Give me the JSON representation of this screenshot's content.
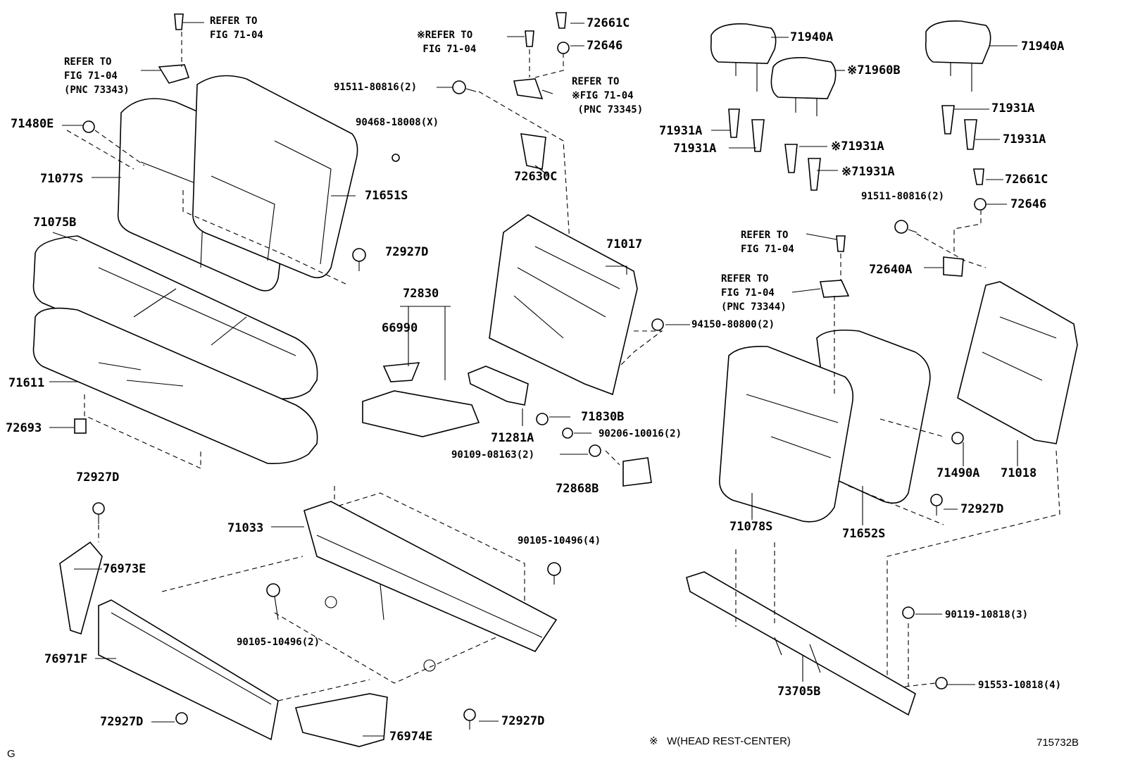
{
  "parts": [
    {
      "id": "p71480E",
      "text": "71480E"
    },
    {
      "id": "p71077S",
      "text": "71077S"
    },
    {
      "id": "p71075B",
      "text": "71075B"
    },
    {
      "id": "p71611",
      "text": "71611"
    },
    {
      "id": "p72693",
      "text": "72693"
    },
    {
      "id": "p72927D_a",
      "text": "72927D"
    },
    {
      "id": "p76973E",
      "text": "76973E"
    },
    {
      "id": "p76971F",
      "text": "76971F"
    },
    {
      "id": "p72927D_b",
      "text": "72927D"
    },
    {
      "id": "p76974E",
      "text": "76974E"
    },
    {
      "id": "p72927D_c",
      "text": "72927D"
    },
    {
      "id": "p90105_a",
      "text": "90105-10496(2)"
    },
    {
      "id": "p71033",
      "text": "71033"
    },
    {
      "id": "p90105_b",
      "text": "90105-10496(4)"
    },
    {
      "id": "p72927D_d",
      "text": "72927D"
    },
    {
      "id": "p71651S",
      "text": "71651S"
    },
    {
      "id": "p90468",
      "text": "90468-18008(X)"
    },
    {
      "id": "p91511_a",
      "text": "91511-80816(2)"
    },
    {
      "id": "p72661C_a",
      "text": "72661C"
    },
    {
      "id": "p72646_a",
      "text": "72646"
    },
    {
      "id": "p72630C",
      "text": "72630C"
    },
    {
      "id": "p71017",
      "text": "71017"
    },
    {
      "id": "p72830",
      "text": "72830"
    },
    {
      "id": "p66990",
      "text": "66990"
    },
    {
      "id": "p94150",
      "text": "94150-80800(2)"
    },
    {
      "id": "p71830B",
      "text": "71830B"
    },
    {
      "id": "p71281A",
      "text": "71281A"
    },
    {
      "id": "p90206",
      "text": "90206-10016(2)"
    },
    {
      "id": "p90109",
      "text": "90109-08163(2)"
    },
    {
      "id": "p72868B",
      "text": "72868B"
    },
    {
      "id": "p71940A_a",
      "text": "71940A"
    },
    {
      "id": "p71960B",
      "text": "※71960B"
    },
    {
      "id": "p71940A_b",
      "text": "71940A"
    },
    {
      "id": "p71931A_a",
      "text": "71931A"
    },
    {
      "id": "p71931A_b",
      "text": "71931A"
    },
    {
      "id": "p71931A_c",
      "text": "※71931A"
    },
    {
      "id": "p71931A_d",
      "text": "※71931A"
    },
    {
      "id": "p71931A_e",
      "text": "71931A"
    },
    {
      "id": "p71931A_f",
      "text": "71931A"
    },
    {
      "id": "p72661C_b",
      "text": "72661C"
    },
    {
      "id": "p91511_b",
      "text": "91511-80816(2)"
    },
    {
      "id": "p72646_b",
      "text": "72646"
    },
    {
      "id": "p72640A",
      "text": "72640A"
    },
    {
      "id": "p71490A",
      "text": "71490A"
    },
    {
      "id": "p71018",
      "text": "71018"
    },
    {
      "id": "p72927D_e",
      "text": "72927D"
    },
    {
      "id": "p71078S",
      "text": "71078S"
    },
    {
      "id": "p71652S",
      "text": "71652S"
    },
    {
      "id": "p90119",
      "text": "90119-10818(3)"
    },
    {
      "id": "p73705B",
      "text": "73705B"
    },
    {
      "id": "p91553",
      "text": "91553-10818(4)"
    }
  ],
  "refs": {
    "ref1": "REFER TO\nFIG 71-04",
    "ref2": "REFER TO\nFIG 71-04\n(PNC 73343)",
    "ref3": "※REFER TO\n FIG 71-04",
    "ref4": "REFER TO\n※FIG 71-04\n (PNC 73345)",
    "ref5": "REFER TO\nFIG 71-04",
    "ref6": "REFER TO\nFIG 71-04\n(PNC 73344)"
  },
  "footer": {
    "note": "※   W(HEAD REST-CENTER)",
    "figure_code": "715732B",
    "corner_letter": "G"
  }
}
